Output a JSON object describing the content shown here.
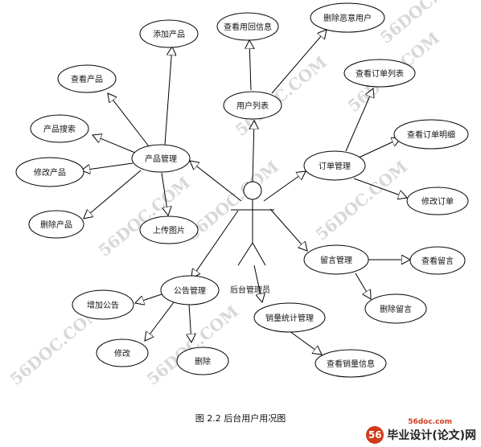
{
  "actor": {
    "label": "后台管理员"
  },
  "use_cases": {
    "product_mgmt": "产品管理",
    "add_product": "添加产品",
    "view_product": "查看产品",
    "product_search": "产品搜索",
    "edit_product": "修改产品",
    "delete_product": "删除产品",
    "upload_image": "上传图片",
    "user_list": "用户列表",
    "view_user_info": "查看用回信息",
    "delete_bad_user": "删除恶意用户",
    "order_mgmt": "订单管理",
    "view_order_list": "查看订单列表",
    "view_order_detail": "查看订单明细",
    "edit_order": "修改订单",
    "message_mgmt": "留言管理",
    "view_message": "查看留言",
    "delete_message": "删除留言",
    "notice_mgmt": "公告管理",
    "add_notice": "增加公告",
    "edit_notice": "修改",
    "delete_notice": "删除",
    "sales_mgmt": "销量统计管理",
    "view_sales": "查看销量信息"
  },
  "caption": "图 2.2  后台用户用况图",
  "watermark": "56DOC.COM",
  "footer": {
    "site": "56doc.com",
    "brand": "毕业设计(论文)网",
    "badge": "56"
  }
}
